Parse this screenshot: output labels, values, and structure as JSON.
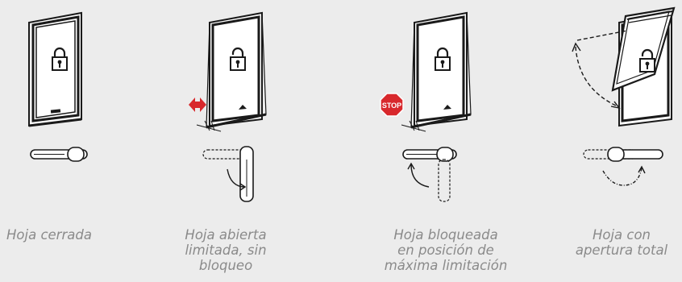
{
  "steps": [
    {
      "caption": "Hoja cerrada",
      "state": "closed",
      "lock_icon": "lock-closed-icon"
    },
    {
      "caption": "Hoja abierta\nlimitada, sin\nbloqueo",
      "state": "limited-open",
      "lock_icon": "lock-open-icon"
    },
    {
      "caption": "Hoja bloqueada\nen posición de\nmáxima limitación",
      "state": "locked-limited",
      "lock_icon": "lock-closed-icon"
    },
    {
      "caption": "Hoja con\napertura total",
      "state": "fully-open",
      "lock_icon": "lock-open-icon"
    }
  ],
  "stop_sign": {
    "text": "STOP",
    "color": "#d8282c"
  },
  "colors": {
    "background": "#ececec",
    "frame": "#1a1a1a",
    "caption": "#8a8a8a",
    "arrow_accent": "#d8282c"
  }
}
